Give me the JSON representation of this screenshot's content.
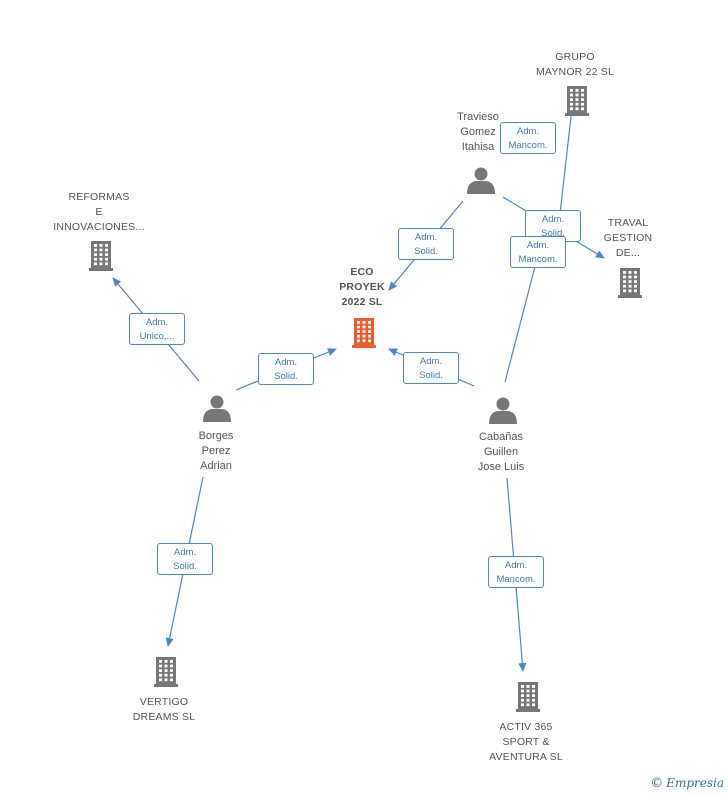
{
  "colors": {
    "edge": "#4a86d4",
    "node": "#777777",
    "center_node": "#f05a28",
    "badge_text": "#3b78c9"
  },
  "nodes": [
    {
      "id": "eco",
      "kind": "company",
      "center": true,
      "lines": [
        "ECO",
        "PROYEK",
        "2022  SL"
      ],
      "icon": "building-icon"
    },
    {
      "id": "grupo",
      "kind": "company",
      "lines": [
        "GRUPO",
        "MAYNOR 22  SL"
      ],
      "icon": "building-icon"
    },
    {
      "id": "reformas",
      "kind": "company",
      "lines": [
        "REFORMAS",
        "E",
        "INNOVACIONES..."
      ],
      "icon": "building-icon"
    },
    {
      "id": "traval",
      "kind": "company",
      "lines": [
        "TRAVAL",
        "GESTION",
        "DE..."
      ],
      "icon": "building-icon"
    },
    {
      "id": "vertigo",
      "kind": "company",
      "lines": [
        "VERTIGO",
        "DREAMS  SL"
      ],
      "icon": "building-icon"
    },
    {
      "id": "activ",
      "kind": "company",
      "lines": [
        "ACTIV 365",
        "SPORT &",
        "AVENTURA  SL"
      ],
      "icon": "building-icon"
    },
    {
      "id": "travieso",
      "kind": "person",
      "lines": [
        "Travieso",
        "Gomez",
        "Itahisa"
      ],
      "icon": "person-icon"
    },
    {
      "id": "borges",
      "kind": "person",
      "lines": [
        "Borges",
        "Perez",
        "Adrian"
      ],
      "icon": "person-icon"
    },
    {
      "id": "cabanas",
      "kind": "person",
      "lines": [
        "Cabañas",
        "Guillen",
        "Jose Luis"
      ],
      "icon": "person-icon"
    }
  ],
  "edges": [
    {
      "from": "travieso",
      "to": "eco",
      "label": [
        "Adm.",
        "Solid."
      ]
    },
    {
      "from": "travieso",
      "to": "grupo",
      "label": [
        "Adm.",
        "Mancom."
      ]
    },
    {
      "from": "travieso",
      "to": "traval",
      "label": [
        "Adm.",
        "Solid."
      ]
    },
    {
      "from": "cabanas",
      "to": "grupo",
      "label": [
        "Adm.",
        "Mancom."
      ]
    },
    {
      "from": "borges",
      "to": "reformas",
      "label": [
        "Adm.",
        "Unico,..."
      ]
    },
    {
      "from": "borges",
      "to": "eco",
      "label": [
        "Adm.",
        "Solid."
      ]
    },
    {
      "from": "cabanas",
      "to": "eco",
      "label": [
        "Adm.",
        "Solid."
      ]
    },
    {
      "from": "borges",
      "to": "vertigo",
      "label": [
        "Adm.",
        "Solid."
      ]
    },
    {
      "from": "cabanas",
      "to": "activ",
      "label": [
        "Adm.",
        "Mancom."
      ]
    }
  ],
  "copyright": {
    "symbol": "©",
    "brand": "Empresia"
  }
}
